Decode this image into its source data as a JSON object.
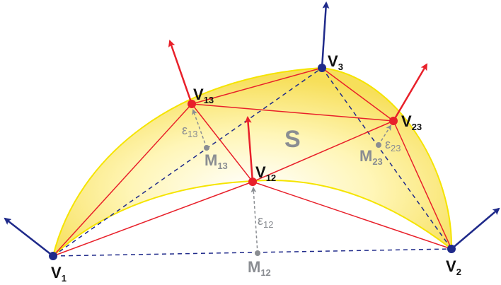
{
  "colors": {
    "surface": "#fff3a0",
    "surface_edge": "#f5e400",
    "triangulation": "#e8202a",
    "original": "#1f2a8a",
    "midpoint": "#8a8d92"
  },
  "labels": {
    "v1": {
      "main": "V",
      "sub": "1"
    },
    "v2": {
      "main": "V",
      "sub": "2"
    },
    "v3": {
      "main": "V",
      "sub": "3"
    },
    "v12": {
      "main": "V",
      "sub": "12"
    },
    "v13": {
      "main": "V",
      "sub": "13"
    },
    "v23": {
      "main": "V",
      "sub": "23"
    },
    "m12": {
      "main": "M",
      "sub": "12"
    },
    "m13": {
      "main": "M",
      "sub": "13"
    },
    "m23": {
      "main": "M",
      "sub": "23"
    },
    "e12": {
      "main": "ε",
      "sub": "12"
    },
    "e13": {
      "main": "ε",
      "sub": "13"
    },
    "e23": {
      "main": "ε",
      "sub": "23"
    },
    "surface": "S"
  }
}
